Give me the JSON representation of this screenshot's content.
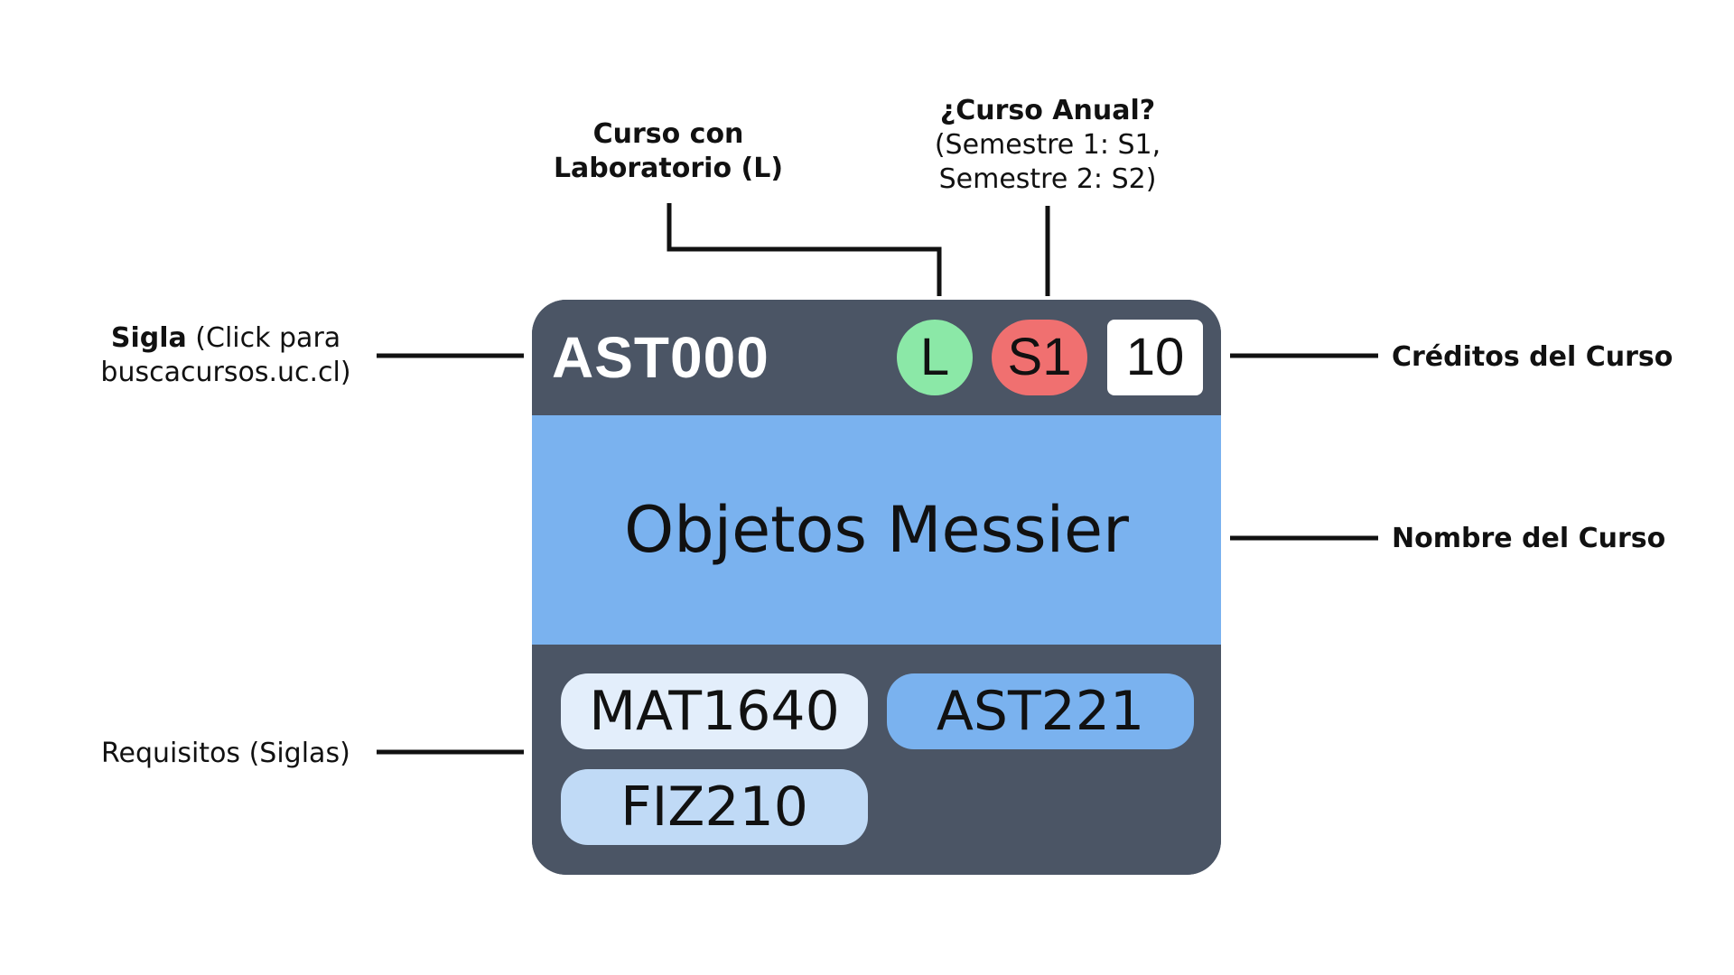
{
  "annotations": {
    "lab": [
      "Curso con",
      "Laboratorio (L)"
    ],
    "annual": {
      "question": "¿Curso Anual?",
      "line2": "(Semestre 1: S1,",
      "line3": "Semestre 2: S2)"
    },
    "sigla": {
      "bold": "Sigla",
      "rest": " (Click para",
      "line2": "buscacursos.uc.cl)"
    },
    "credits": "Créditos del Curso",
    "name": "Nombre del Curso",
    "requisites": "Requisitos (Siglas)"
  },
  "card": {
    "sigla": "AST000",
    "lab_badge": "L",
    "semester_badge": "S1",
    "credits": "10",
    "course_name": "Objetos Messier",
    "requisites": [
      "MAT1640",
      "AST221",
      "FIZ210"
    ]
  },
  "colors": {
    "card_bg": "#4b5565",
    "name_bg": "#7ab2ef",
    "lab_badge": "#8be8a7",
    "semester_badge": "#f07070",
    "credits_badge": "#ffffff",
    "req_colors": [
      "#e3eefb",
      "#7ab2ef",
      "#c0daf6"
    ]
  }
}
